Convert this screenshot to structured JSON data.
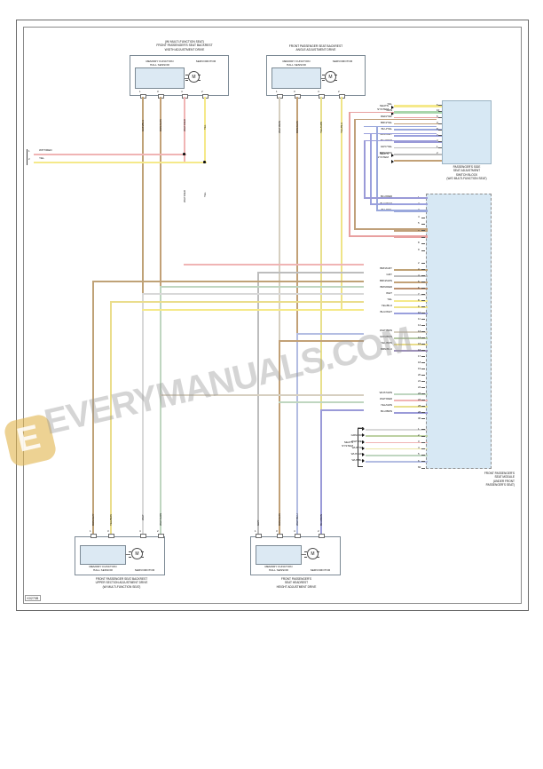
{
  "document": {
    "id_code": "K0270B",
    "sheet_title": "Front Passenger's Seat Adjustment Wiring Diagram"
  },
  "components": {
    "top_left_drive": {
      "title_lines": [
        "(W/ MULTI-FUNCTION SEAT)",
        "FRONT PASSENGER'S SEAT BACKREST",
        "WIDTH ADJUSTMENT DRIVE"
      ],
      "hall_sensor_label": [
        "MEMORY FUNCTION",
        "HALL SENSOR"
      ],
      "servo_label": "SERVOMOTOR",
      "motor_glyph": "M",
      "pins": [
        "1",
        "3",
        "4",
        "2"
      ],
      "wires": [
        "GRN/BLU",
        "BRN/GRN",
        "WHT/RED",
        "YEL"
      ]
    },
    "top_right_drive": {
      "title_lines": [
        "FRONT PASSENGER SEAT BACKREST",
        "ANGLE ADJUSTMENT DRIVE"
      ],
      "hall_sensor_label": [
        "MEMORY FUNCTION",
        "HALL SENSOR"
      ],
      "servo_label": "SERVOMOTOR",
      "motor_glyph": "M",
      "pins": [
        "1",
        "3",
        "4",
        "2"
      ],
      "wires": [
        "WHT/BRN",
        "BRN/GRN",
        "YEL/GRN",
        "YEL/BLU"
      ]
    },
    "bottom_left_drive": {
      "title_lines": [
        "FRONT PASSENGER SEAT BACKREST",
        "UPPER SECTION ADJUSTMENT DRIVE",
        "(W/ MULTI-FUNCTION SEAT)"
      ],
      "hall_sensor_label": [
        "MEMORY FUNCTION",
        "HALL SENSOR"
      ],
      "servo_label": "SERVOMOTOR",
      "motor_glyph": "M",
      "pins": [
        "1",
        "3",
        "4",
        "2"
      ],
      "wires": [
        "BRN/GRY",
        "YEL/BRN",
        "WHT",
        "WHT/GRN"
      ]
    },
    "bottom_right_drive": {
      "title_lines": [
        "FRONT PASSENGER'S",
        "SEAT HEADREST",
        "HEIGHT ADJUSTMENT DRIVE"
      ],
      "hall_sensor_label": [
        "MEMORY FUNCTION",
        "HALL SENSOR"
      ],
      "servo_label": "SERVOMOTOR",
      "motor_glyph": "M",
      "pins": [
        "1",
        "3",
        "4",
        "2"
      ],
      "wires": [
        "GRY",
        "BRN/GRN",
        "WHT/BLU",
        "BLU/BRN"
      ]
    },
    "switch_block": {
      "caption_lines": [
        "PASSENGER'S SIDE",
        "SEAT ADJUSTMENT",
        "SWITCH BLOCK",
        "(W/O MULTI-FUNCTION SEAT)"
      ]
    },
    "seat_module": {
      "caption_lines": [
        "FRONT PASSENGER'S",
        "SEAT MODULE",
        "(UNDER FRONT",
        "PASSENGER'S SEAT)"
      ]
    }
  },
  "left_edge_terminals": [
    {
      "pin": "1",
      "wire": "WHT/RED",
      "color": "#f0b4b4"
    },
    {
      "pin": "2",
      "wire": "YEL",
      "color": "#f5e98a"
    }
  ],
  "system_labels": {
    "seats_system": [
      "SEATS",
      "SYSTEM"
    ]
  },
  "switch_block_pins": [
    {
      "pin": "6",
      "wire": "YEL",
      "color": "#f5e98a"
    },
    {
      "pin": "10",
      "wire": "GRN",
      "color": "#a8d6ab"
    },
    {
      "pin": "5",
      "wire": "RED/YEL",
      "color": "#e8a0a0"
    },
    {
      "pin": "3",
      "wire": "BRN/YEL",
      "color": "#c0a07a"
    },
    {
      "pin": "8",
      "wire": "BLU/YEL",
      "color": "#9aa8dc"
    },
    {
      "pin": "7",
      "wire": "BLU/WHT",
      "color": "#9aa0dd"
    },
    {
      "pin": "4",
      "wire": "BLU/RED",
      "color": "#9a9ad8"
    },
    {
      "pin": "1",
      "wire": "GRY/YEL",
      "color": "#bdbdbd"
    },
    {
      "pin": "2",
      "wire": "BRN/ORG",
      "color": "#c2a177"
    }
  ],
  "module_connector_a": [
    {
      "pin": "1",
      "wire": "BLU/RED",
      "color": "#9a9ad8"
    },
    {
      "pin": "2",
      "wire": "BLU/WHT",
      "color": "#9aa0dd"
    },
    {
      "pin": "3",
      "wire": "BLU/YEL",
      "color": "#9aa8dc"
    },
    {
      "pin": "4",
      "wire": "",
      "color": ""
    },
    {
      "pin": "5",
      "wire": "",
      "color": ""
    },
    {
      "pin": "6",
      "wire": "BRN/YEL",
      "color": "#c0a07a"
    },
    {
      "pin": "7",
      "wire": "RED/YEL",
      "color": "#e8a0a0"
    },
    {
      "pin": "8",
      "wire": "",
      "color": ""
    },
    {
      "pin": "9",
      "wire": "",
      "color": ""
    }
  ],
  "module_connector_b": [
    {
      "pin": "2",
      "wire": "",
      "color": ""
    },
    {
      "pin": "3",
      "wire": "BRN/GRY",
      "color": "#bfa277"
    },
    {
      "pin": "4",
      "wire": "GRY",
      "color": "#bdbdbd"
    },
    {
      "pin": "5",
      "wire": "BRN/GRN",
      "color": "#c2a177"
    },
    {
      "pin": "6",
      "wire": "BRN/RED",
      "color": "#bb8f6e"
    },
    {
      "pin": "7",
      "wire": "WHT",
      "color": "#d8d8d8"
    },
    {
      "pin": "8",
      "wire": "YEL",
      "color": "#f5e98a"
    },
    {
      "pin": "9",
      "wire": "YEL/BLU",
      "color": "#efe487"
    },
    {
      "pin": "10",
      "wire": "BLU/WHT",
      "color": "#9aa0dd"
    },
    {
      "pin": "11",
      "wire": "",
      "color": ""
    },
    {
      "pin": "12",
      "wire": "",
      "color": ""
    },
    {
      "pin": "13",
      "wire": "WHT/BRN",
      "color": "#d6cfc0"
    },
    {
      "pin": "14",
      "wire": "GRN/BRN",
      "color": "#b6c9a4"
    },
    {
      "pin": "15",
      "wire": "YEL/BRN",
      "color": "#eadd8c"
    },
    {
      "pin": "16",
      "wire": "BRN/BLU",
      "color": "#9c8fb8"
    },
    {
      "pin": "17",
      "wire": "",
      "color": ""
    },
    {
      "pin": "18",
      "wire": "",
      "color": ""
    },
    {
      "pin": "19",
      "wire": "",
      "color": ""
    },
    {
      "pin": "20",
      "wire": "",
      "color": ""
    },
    {
      "pin": "21",
      "wire": "",
      "color": ""
    },
    {
      "pin": "22",
      "wire": "",
      "color": ""
    },
    {
      "pin": "23",
      "wire": "WHT/GRN",
      "color": "#bfd6c0"
    },
    {
      "pin": "24",
      "wire": "WHT/RED",
      "color": "#f0b4b4"
    },
    {
      "pin": "25",
      "wire": "YEL/GRN",
      "color": "#e8e08d"
    },
    {
      "pin": "26",
      "wire": "BLU/BRN",
      "color": "#9a9ad8"
    },
    {
      "pin": "30",
      "wire": "",
      "color": ""
    }
  ],
  "module_connector_c": [
    {
      "pin": "1",
      "wire": "WHT",
      "color": "#d8d8d8"
    },
    {
      "pin": "2",
      "wire": "GRN/ORG",
      "color": "#bdd1a3"
    },
    {
      "pin": "3",
      "wire": "WHT/RED",
      "color": "#f0b4b4"
    },
    {
      "pin": "4",
      "wire": "WHT/YEL",
      "color": "#ece6a6"
    },
    {
      "pin": "5",
      "wire": "WHT/GRN",
      "color": "#bfd6c0"
    },
    {
      "pin": "6",
      "wire": "WHT/BLU",
      "color": "#b3bde2"
    },
    {
      "pin": "60",
      "wire": "",
      "color": ""
    }
  ],
  "watermark": {
    "text": "EVERYMANUALS.COM",
    "badge_letter": "E"
  },
  "colors": {
    "frame": "#6b6b6b",
    "module_fill": "#d7e8f4",
    "unit_border": "#7c8a95"
  }
}
